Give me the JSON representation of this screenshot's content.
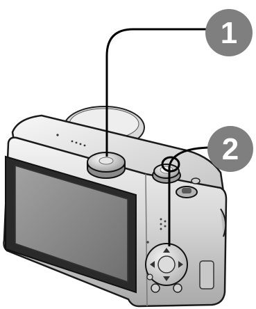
{
  "callouts": [
    {
      "label": "1",
      "target": "mode-dial"
    },
    {
      "label": "2",
      "target": "cursor-buttons"
    }
  ],
  "colors": {
    "callout_circle": "#7f7f7f",
    "leader_line": "#000000",
    "camera_body": "#cfcfcf",
    "lcd_screen": "#8a8a8a"
  },
  "icons": {
    "camera": "camera-rear-icon",
    "dial": "mode-dial-icon",
    "shutter": "shutter-button-icon",
    "zoom": "zoom-lever-icon",
    "cursor": "cursor-pad-icon"
  }
}
